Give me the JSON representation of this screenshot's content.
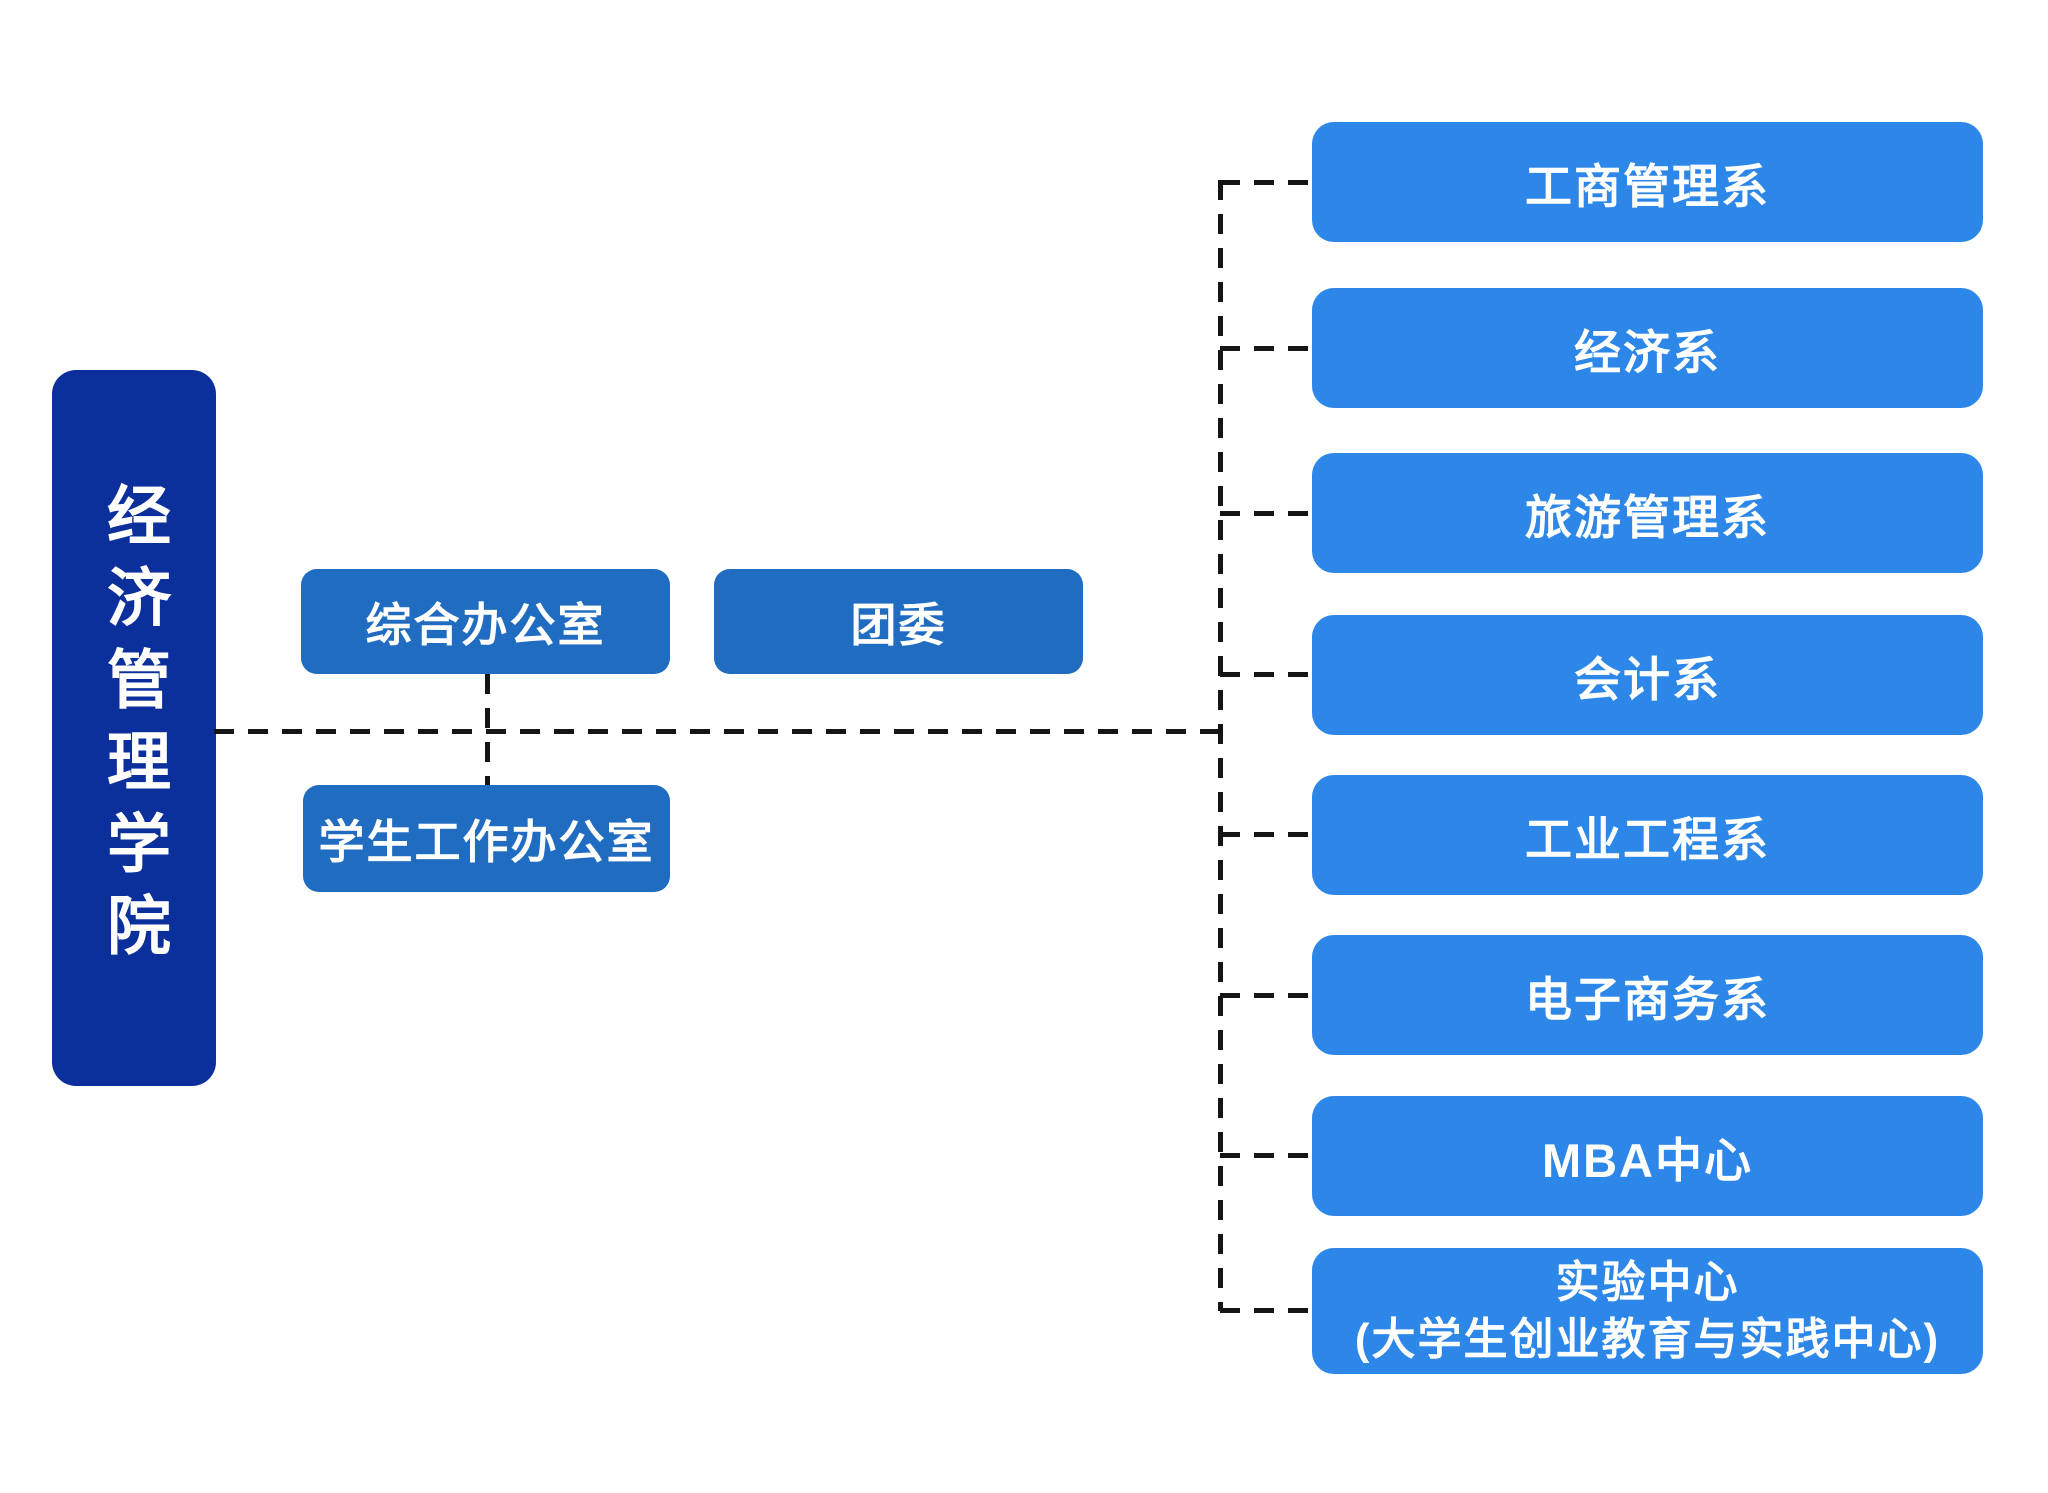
{
  "diagram": {
    "type": "org-chart",
    "root": {
      "label": "经济管理学院"
    },
    "offices": [
      {
        "label": "综合办公室"
      },
      {
        "label": "团委"
      },
      {
        "label": "学生工作办公室"
      }
    ],
    "departments": [
      {
        "label": "工商管理系"
      },
      {
        "label": "经济系"
      },
      {
        "label": "旅游管理系"
      },
      {
        "label": "会计系"
      },
      {
        "label": "工业工程系"
      },
      {
        "label": "电子商务系"
      },
      {
        "label": "MBA中心"
      },
      {
        "label": "实验中心",
        "sublabel": "(大学生创业教育与实践中心)"
      }
    ],
    "colors": {
      "root_box": "#0b2f9b",
      "office_box": "#1f6cc0",
      "department_box": "#2c87e8",
      "connector": "#151515",
      "text": "#ffffff",
      "background": "#ffffff"
    }
  }
}
